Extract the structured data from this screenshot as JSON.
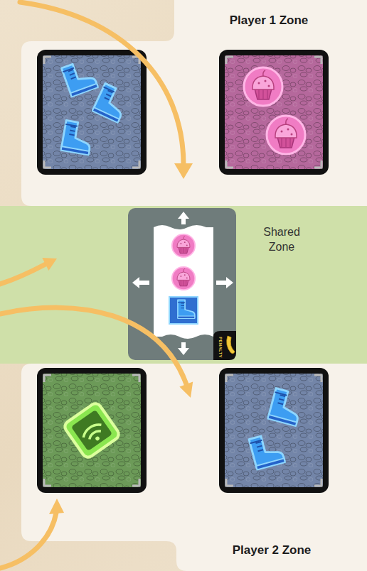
{
  "diagram": {
    "nodes": [
      {
        "text": [
          "Player 1 Zone"
        ]
      },
      {
        "text": [
          "Shared Zone"
        ]
      },
      {
        "text": [
          "Player 2 Zone"
        ]
      }
    ],
    "labels": [
      "PENALTY"
    ]
  }
}
